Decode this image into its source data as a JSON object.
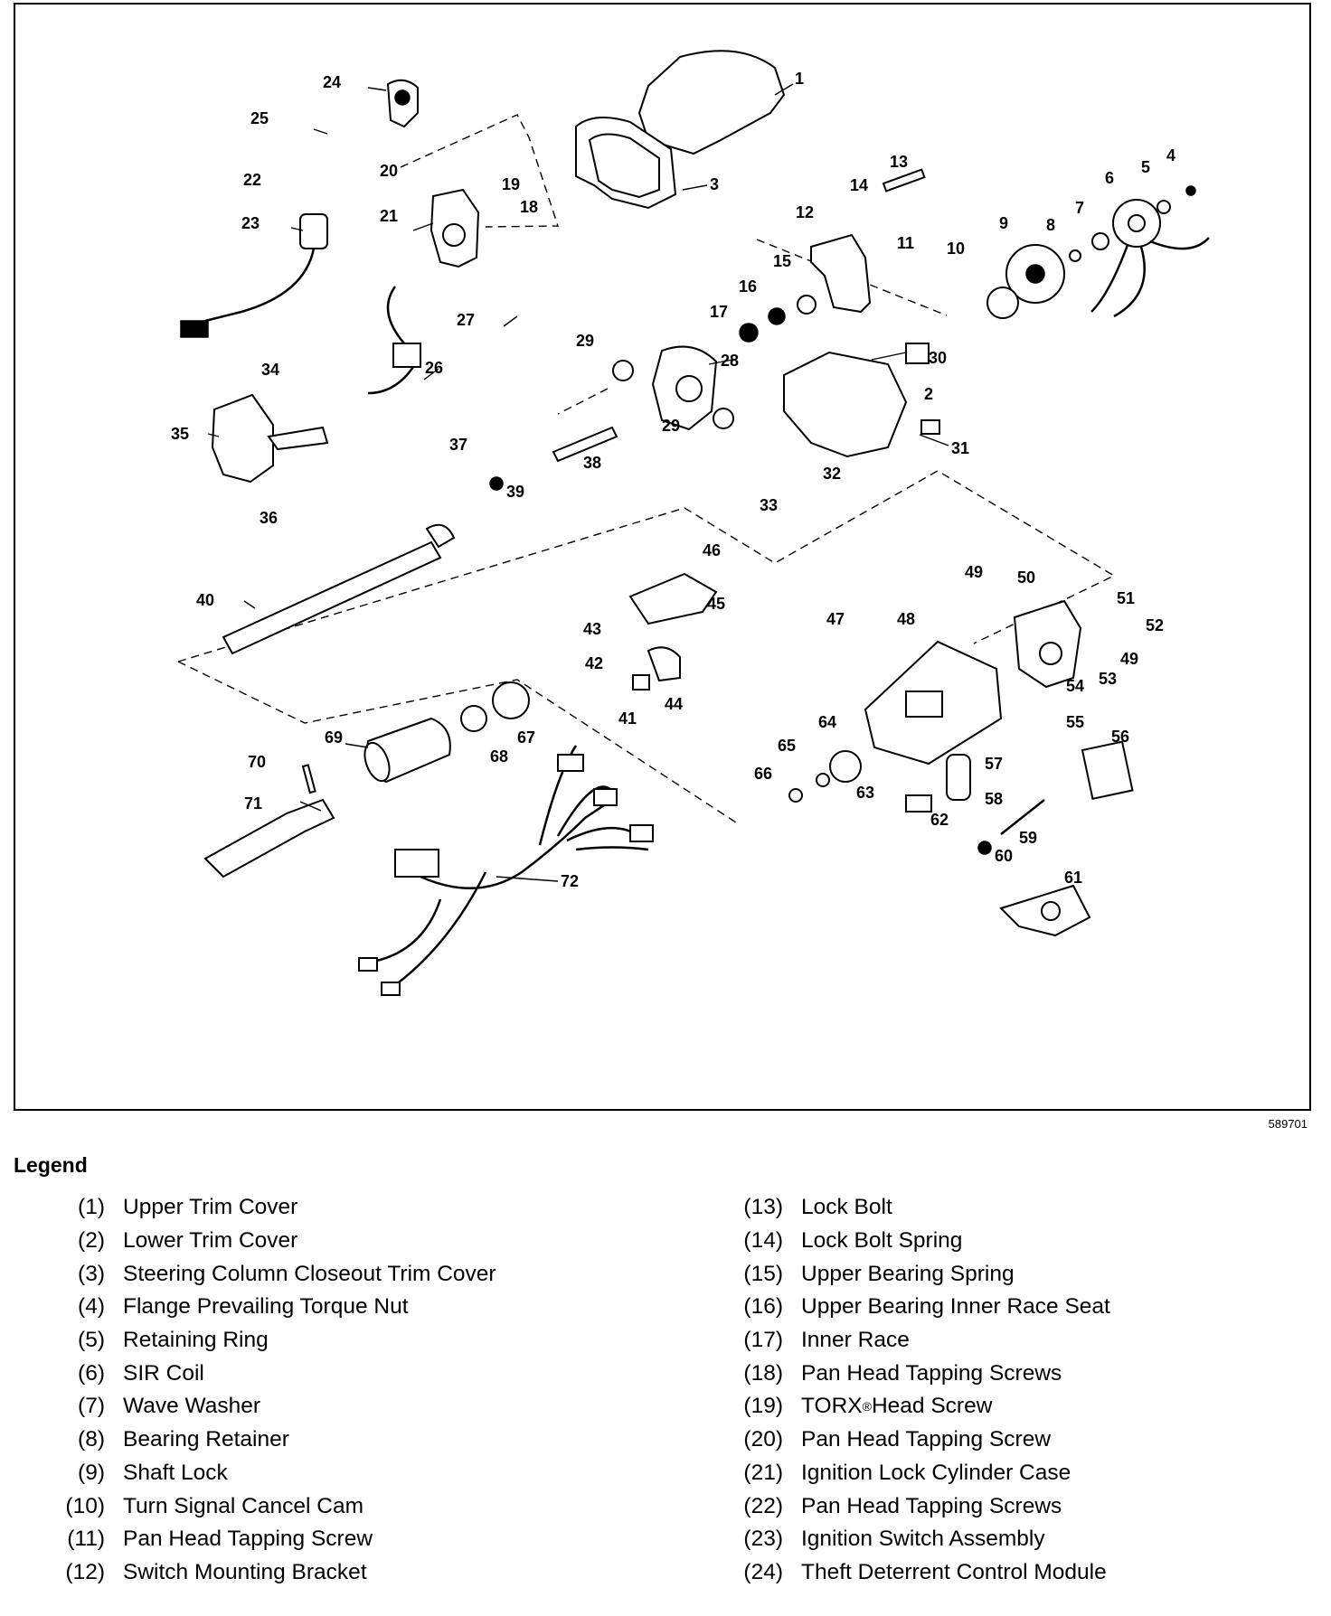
{
  "figure_number": "589701",
  "legend": {
    "title": "Legend",
    "items": [
      {
        "num": "(1)",
        "label": "Upper Trim Cover"
      },
      {
        "num": "(2)",
        "label": "Lower Trim Cover"
      },
      {
        "num": "(3)",
        "label": "Steering Column Closeout Trim Cover"
      },
      {
        "num": "(4)",
        "label": "Flange Prevailing Torque Nut"
      },
      {
        "num": "(5)",
        "label": "Retaining Ring"
      },
      {
        "num": "(6)",
        "label": "SIR Coil"
      },
      {
        "num": "(7)",
        "label": "Wave Washer"
      },
      {
        "num": "(8)",
        "label": "Bearing Retainer"
      },
      {
        "num": "(9)",
        "label": "Shaft Lock"
      },
      {
        "num": "(10)",
        "label": "Turn Signal Cancel Cam"
      },
      {
        "num": "(11)",
        "label": "Pan Head Tapping Screw"
      },
      {
        "num": "(12)",
        "label": "Switch Mounting Bracket"
      },
      {
        "num": "(13)",
        "label": "Lock Bolt"
      },
      {
        "num": "(14)",
        "label": "Lock Bolt Spring"
      },
      {
        "num": "(15)",
        "label": "Upper Bearing Spring"
      },
      {
        "num": "(16)",
        "label": "Upper Bearing Inner Race Seat"
      },
      {
        "num": "(17)",
        "label": "Inner Race"
      },
      {
        "num": "(18)",
        "label": "Pan Head Tapping Screws"
      },
      {
        "num": "(19)",
        "label": "TORX",
        "sup": "®",
        "label_rest": " Head Screw"
      },
      {
        "num": "(20)",
        "label": "Pan Head Tapping Screw"
      },
      {
        "num": "(21)",
        "label": "Ignition Lock Cylinder Case"
      },
      {
        "num": "(22)",
        "label": "Pan Head Tapping Screws"
      },
      {
        "num": "(23)",
        "label": "Ignition Switch Assembly"
      },
      {
        "num": "(24)",
        "label": "Theft Deterrent Control Module"
      }
    ]
  },
  "callouts": [
    "1",
    "2",
    "3",
    "4",
    "5",
    "6",
    "7",
    "8",
    "9",
    "10",
    "11",
    "12",
    "13",
    "14",
    "15",
    "16",
    "17",
    "18",
    "19",
    "20",
    "21",
    "22",
    "23",
    "24",
    "25",
    "26",
    "27",
    "28",
    "29",
    "29",
    "30",
    "31",
    "32",
    "33",
    "34",
    "35",
    "36",
    "37",
    "38",
    "39",
    "40",
    "41",
    "42",
    "43",
    "44",
    "45",
    "46",
    "47",
    "48",
    "49",
    "49",
    "50",
    "51",
    "52",
    "53",
    "54",
    "55",
    "56",
    "57",
    "58",
    "59",
    "60",
    "61",
    "62",
    "63",
    "64",
    "65",
    "66",
    "67",
    "68",
    "69",
    "70",
    "71",
    "72"
  ]
}
